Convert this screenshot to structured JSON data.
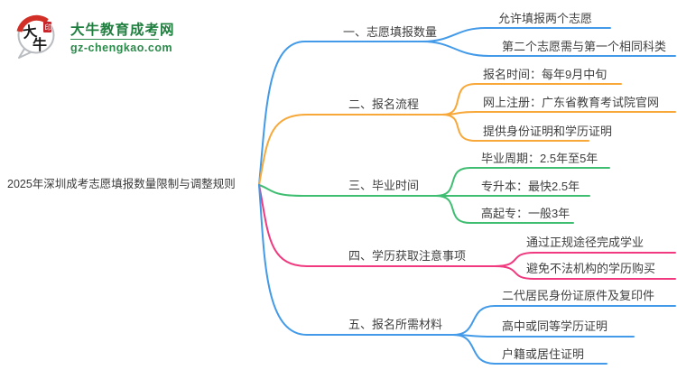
{
  "logo": {
    "icon_text": "大牛",
    "site_name": "大牛教育成考网",
    "site_url": "gz-chengkao.com",
    "brand_green": "#1e7e3e",
    "seal_red": "#c9252d"
  },
  "mindmap": {
    "central_topic": "2025年深圳成考志愿填报数量限制与调整规则",
    "text_color": "#3f3f3f",
    "branches": [
      {
        "label": "一、志愿填报数量",
        "color": "#429AE8",
        "children": [
          "允许填报两个志愿",
          "第二个志愿需与第一个相同科类"
        ]
      },
      {
        "label": "二、报名流程",
        "color": "#F7A839",
        "children": [
          "报名时间：每年9月中旬",
          "网上注册：广东省教育考试院官网",
          "提供身份证明和学历证明"
        ]
      },
      {
        "label": "三、毕业时间",
        "color": "#3FBE72",
        "children": [
          "毕业周期：2.5年至5年",
          "专升本：最快2.5年",
          "高起专：一般3年"
        ]
      },
      {
        "label": "四、学历获取注意事项",
        "color": "#F0397E",
        "children": [
          "通过正规途径完成学业",
          "避免不法机构的学历购买"
        ]
      },
      {
        "label": "五、报名所需材料",
        "color": "#429AE8",
        "children": [
          "二代居民身份证原件及复印件",
          "高中或同等学历证明",
          "户籍或居住证明"
        ]
      }
    ]
  }
}
